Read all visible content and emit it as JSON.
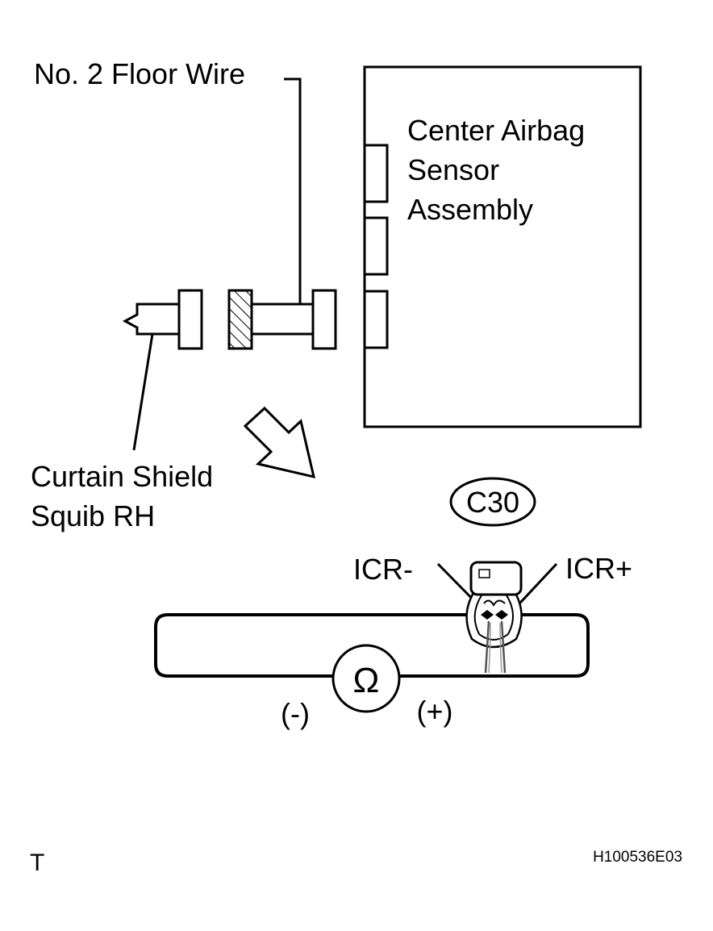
{
  "labels": {
    "floor_wire": "No. 2 Floor Wire",
    "sensor_assembly": [
      "Center Airbag",
      "Sensor",
      "Assembly"
    ],
    "squib": [
      "Curtain Shield",
      "Squib RH"
    ],
    "connector_code": "C30",
    "terminal_minus": "ICR-",
    "terminal_plus": "ICR+",
    "ohmmeter_symbol": "Ω",
    "lead_minus": "(-)",
    "lead_plus": "(+)",
    "corner_mark": "T",
    "figure_id": "H100536E03"
  },
  "icons": {
    "direction_arrow": "down-right-arrow",
    "ohmmeter": "ohmmeter-icon"
  }
}
